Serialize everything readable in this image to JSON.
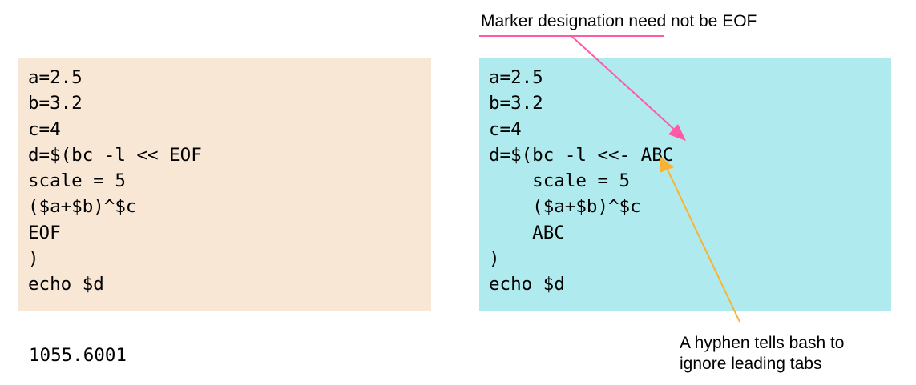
{
  "colors": {
    "left_panel_bg": "#f9e7d6",
    "right_panel_bg": "#afebee",
    "pink_arrow": "#ff5aa6",
    "orange_arrow": "#f9b233"
  },
  "left_code": {
    "lines": [
      "a=2.5",
      "b=3.2",
      "c=4",
      "d=$(bc -l << EOF",
      "scale = 5",
      "($a+$b)^$c",
      "EOF",
      ")",
      "echo $d"
    ]
  },
  "right_code": {
    "lines": [
      "a=2.5",
      "b=3.2",
      "c=4",
      "d=$(bc -l <<- ABC",
      "    scale = 5",
      "    ($a+$b)^$c",
      "    ABC",
      ")",
      "echo $d"
    ]
  },
  "output": {
    "value": "1055.6001"
  },
  "annotations": {
    "top": "Marker designation need not be EOF",
    "bottom": "A hyphen tells bash to\nignore leading tabs"
  }
}
